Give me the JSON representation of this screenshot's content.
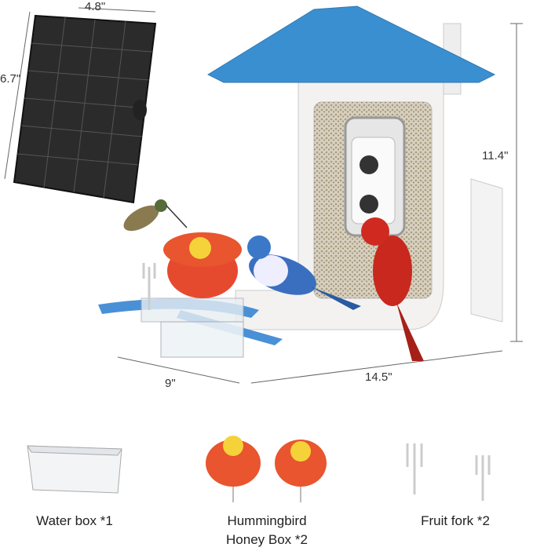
{
  "dimensions": {
    "panel_width": "4.8\"",
    "panel_height": "6.7\"",
    "feeder_height": "11.4\"",
    "feeder_depth": "9\"",
    "feeder_width": "14.5\""
  },
  "accessories": [
    {
      "label": "Water box *1"
    },
    {
      "label_line1": "Hummingbird",
      "label_line2": "Honey Box *2"
    },
    {
      "label": "Fruit fork *2"
    }
  ],
  "colors": {
    "roof": "#3a8fd0",
    "body": "#f2f0ee",
    "honey_box": "#e8552e",
    "flower": "#f5d23a",
    "solar": "#2a2a2a"
  }
}
